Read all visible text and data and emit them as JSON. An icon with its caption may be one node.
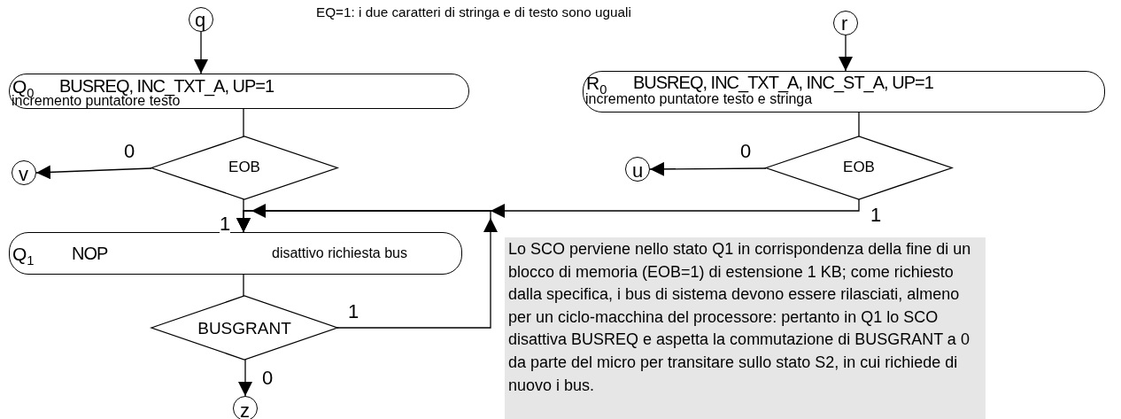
{
  "diagram": {
    "nodes": [
      {
        "text": [
          "q"
        ]
      },
      {
        "text": [
          "Q$_{0}$",
          "BUSREQ, INC_TXT_A, UP=1",
          "incremento puntatore testo"
        ]
      },
      {
        "text": [
          "EOB"
        ]
      },
      {
        "text": [
          "v"
        ]
      },
      {
        "text": [
          "Q$_{1}$",
          "NOP",
          "disattivo richiesta bus"
        ]
      },
      {
        "text": [
          "BUSGRANT"
        ]
      },
      {
        "text": [
          "z"
        ]
      },
      {
        "text": [
          "r"
        ]
      },
      {
        "text": [
          "R$_{0}$",
          "BUSREQ, INC_TXT_A, INC_ST_A, UP=1",
          "incremento puntatore testo e stringa"
        ]
      },
      {
        "text": [
          "EOB"
        ]
      },
      {
        "text": [
          "u"
        ]
      },
      {
        "text": [
          "Lo SCO perviene nello stato Q1 in corrispondenza della fine di un blocco di memoria (EOB=1) di estensione 1 KB; come richiesto dalla specifica, i bus di sistema devono essere rilasciati, almeno per un ciclo-macchina del processore: pertanto in Q1 lo SCO disattiva BUSREQ e aspetta la commutazione di BUSGRANT a 0 da parte del micro per transitare sullo stato S2, in cui richiede di nuovo i bus."
        ]
      }
    ],
    "edges": [
      {
        "from": 0,
        "to": 1,
        "arrow": "to"
      },
      {
        "from": 1,
        "to": 2,
        "arrow": "none"
      },
      {
        "from": 2,
        "to": 3,
        "arrow": "to",
        "label": "0"
      },
      {
        "from": 2,
        "to": 4,
        "arrow": "to",
        "label": "1"
      },
      {
        "from": 4,
        "to": 5,
        "arrow": "none"
      },
      {
        "from": 5,
        "to": 6,
        "arrow": "to",
        "label": "0"
      },
      {
        "from": 5,
        "to": 4,
        "arrow": "to",
        "label": "1"
      },
      {
        "from": 7,
        "to": 8,
        "arrow": "to"
      },
      {
        "from": 8,
        "to": 9,
        "arrow": "none"
      },
      {
        "from": 9,
        "to": 10,
        "arrow": "to",
        "label": "0"
      },
      {
        "from": 9,
        "to": 4,
        "arrow": "to",
        "label": "1"
      }
    ],
    "labels": [
      "EQ=1: i due caratteri di stringa e di testo sono uguali"
    ]
  }
}
